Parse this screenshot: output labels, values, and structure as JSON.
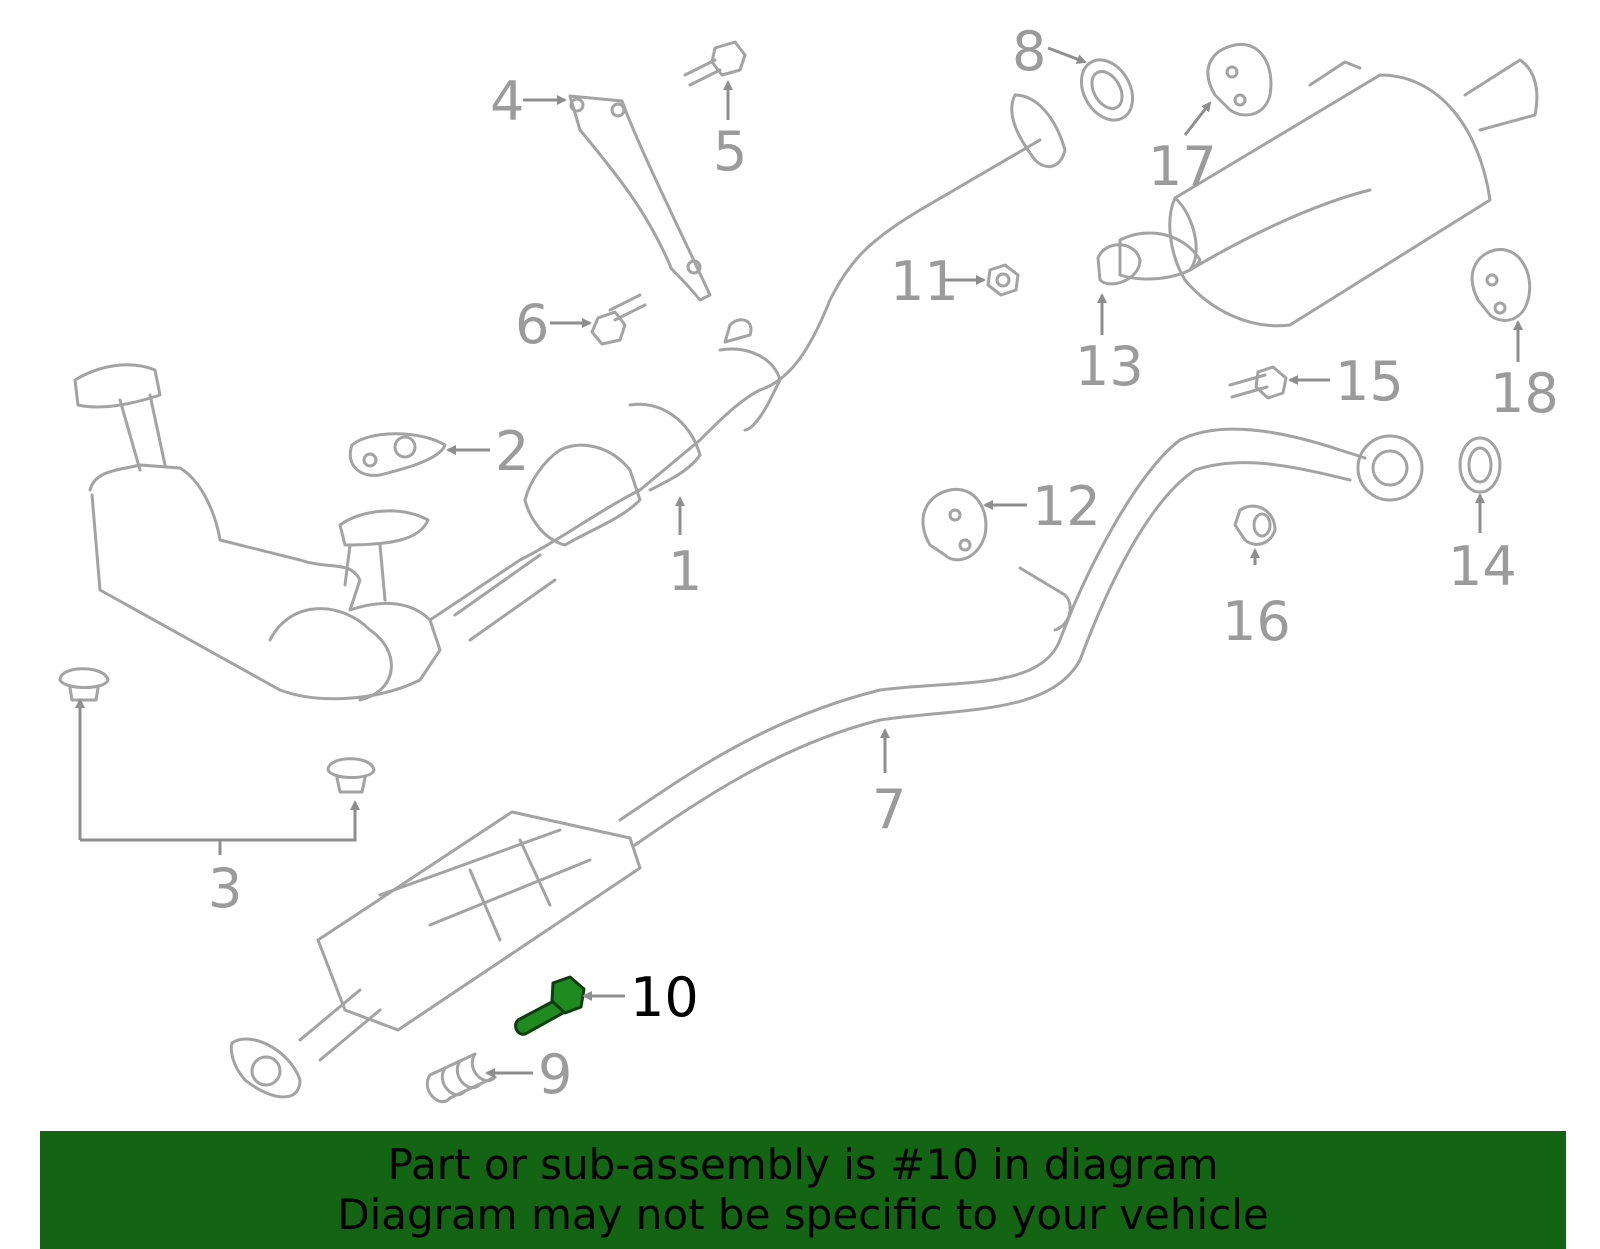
{
  "callouts": {
    "c1": "1",
    "c2": "2",
    "c3": "3",
    "c4": "4",
    "c5": "5",
    "c6": "6",
    "c7": "7",
    "c8": "8",
    "c9": "9",
    "c10": "10",
    "c11": "11",
    "c12": "12",
    "c13": "13",
    "c14": "14",
    "c15": "15",
    "c16": "16",
    "c17": "17",
    "c18": "18"
  },
  "highlighted_part": "10",
  "colors": {
    "banner_background": "#136513",
    "highlight_part": "#1f8a1f",
    "line_art": "#a3a3a3"
  },
  "banner": {
    "line1": "Part or sub-assembly is #10 in diagram",
    "line2": "Diagram may not be specific to your vehicle"
  }
}
